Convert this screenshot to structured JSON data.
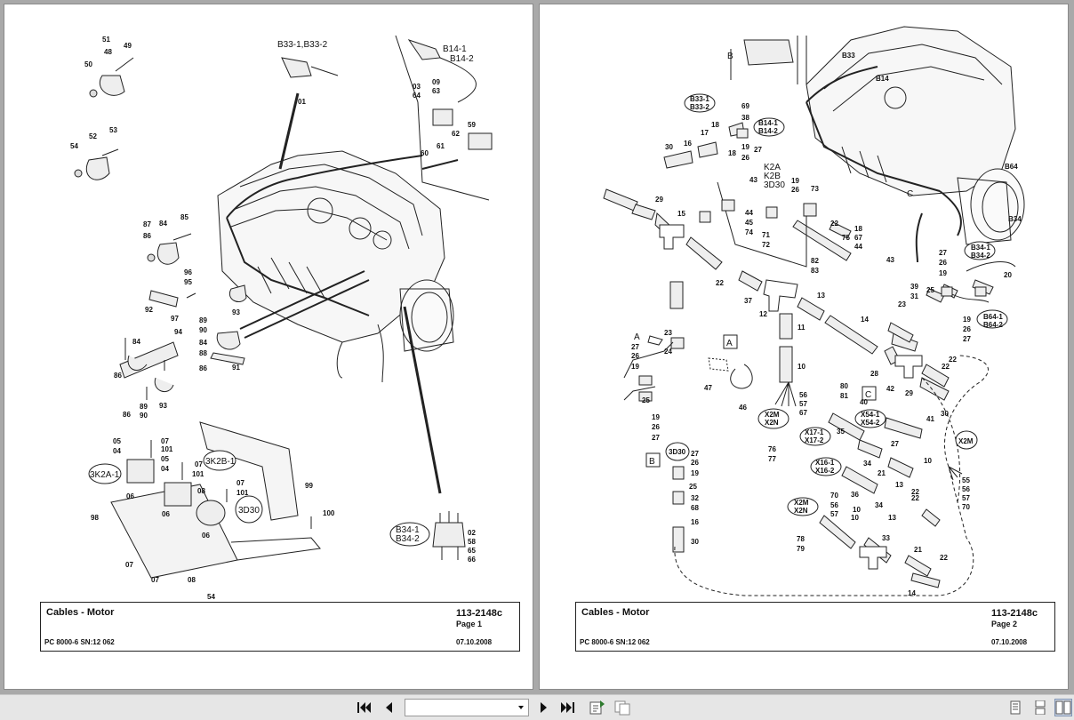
{
  "pages": [
    {
      "title": "Cables - Motor",
      "part_number": "113-2148c",
      "page_label": "Page 1",
      "model": "PC 8000-6 SN:12 062",
      "date": "07.10.2008",
      "labels": [
        "51",
        "49",
        "48",
        "50",
        "54",
        "52",
        "53",
        "87",
        "84",
        "85",
        "86",
        "96",
        "95",
        "92",
        "97",
        "93",
        "89",
        "90",
        "84",
        "88",
        "86",
        "91",
        "94",
        "84",
        "86",
        "89",
        "90",
        "93",
        "86",
        "05",
        "04",
        "07",
        "101",
        "05",
        "04",
        "07",
        "101",
        "3K2A-1",
        "3K2B-1",
        "06",
        "06",
        "08",
        "07",
        "101",
        "3D30",
        "99",
        "98",
        "06",
        "100",
        "07",
        "07",
        "08",
        "54",
        "B33-1,B33-2",
        "01",
        "B14-1",
        "B14-2",
        "03",
        "64",
        "09",
        "63",
        "62",
        "59",
        "60",
        "61",
        "B34-1",
        "B34-2",
        "02",
        "58",
        "65",
        "66"
      ]
    },
    {
      "title": "Cables - Motor",
      "part_number": "113-2148c",
      "page_label": "Page 2",
      "model": "PC 8000-6 SN:12 062",
      "date": "07.10.2008",
      "labels": [
        "B",
        "B33",
        "B14",
        "B33-1",
        "B33-2",
        "69",
        "38",
        "B14-1",
        "B14-2",
        "18",
        "17",
        "16",
        "30",
        "19",
        "27",
        "26",
        "18",
        "K2A",
        "K2B",
        "3D30",
        "43",
        "19",
        "26",
        "73",
        "44",
        "45",
        "74",
        "71",
        "72",
        "22",
        "18",
        "67",
        "75",
        "44",
        "43",
        "82",
        "83",
        "29",
        "15",
        "22",
        "37",
        "12",
        "13",
        "14",
        "11",
        "10",
        "56",
        "57",
        "67",
        "X2M",
        "X2N",
        "76",
        "77",
        "A",
        "27",
        "26",
        "19",
        "23",
        "24",
        "25",
        "19",
        "26",
        "27",
        "A",
        "47",
        "46",
        "3D30",
        "27",
        "26",
        "19",
        "25",
        "32",
        "68",
        "16",
        "30",
        "B",
        "80",
        "81",
        "C",
        "X54-1",
        "X54-2",
        "41",
        "35",
        "X17-1",
        "X17-2",
        "27",
        "X16-1",
        "X16-2",
        "34",
        "21",
        "36",
        "13",
        "22",
        "34",
        "13",
        "10",
        "X2M",
        "55",
        "56",
        "57",
        "70",
        "X2M",
        "X2N",
        "70",
        "56",
        "57",
        "10",
        "78",
        "79",
        "33",
        "21",
        "22",
        "14",
        "C",
        "B64",
        "B34",
        "27",
        "26",
        "19",
        "B34-1",
        "B34-2",
        "20",
        "39",
        "31",
        "25",
        "23",
        "19",
        "26",
        "27",
        "B64-1",
        "B64-2",
        "28",
        "22",
        "29",
        "30",
        "40",
        "42",
        "22",
        "22",
        "10"
      ]
    }
  ],
  "toolbar": {
    "page_select_value": "",
    "icons": [
      "first-page-icon",
      "prev-page-icon",
      "next-page-icon",
      "last-page-icon",
      "export-icon",
      "copy-icon",
      "single-page-icon",
      "continuous-page-icon",
      "two-page-icon"
    ]
  }
}
